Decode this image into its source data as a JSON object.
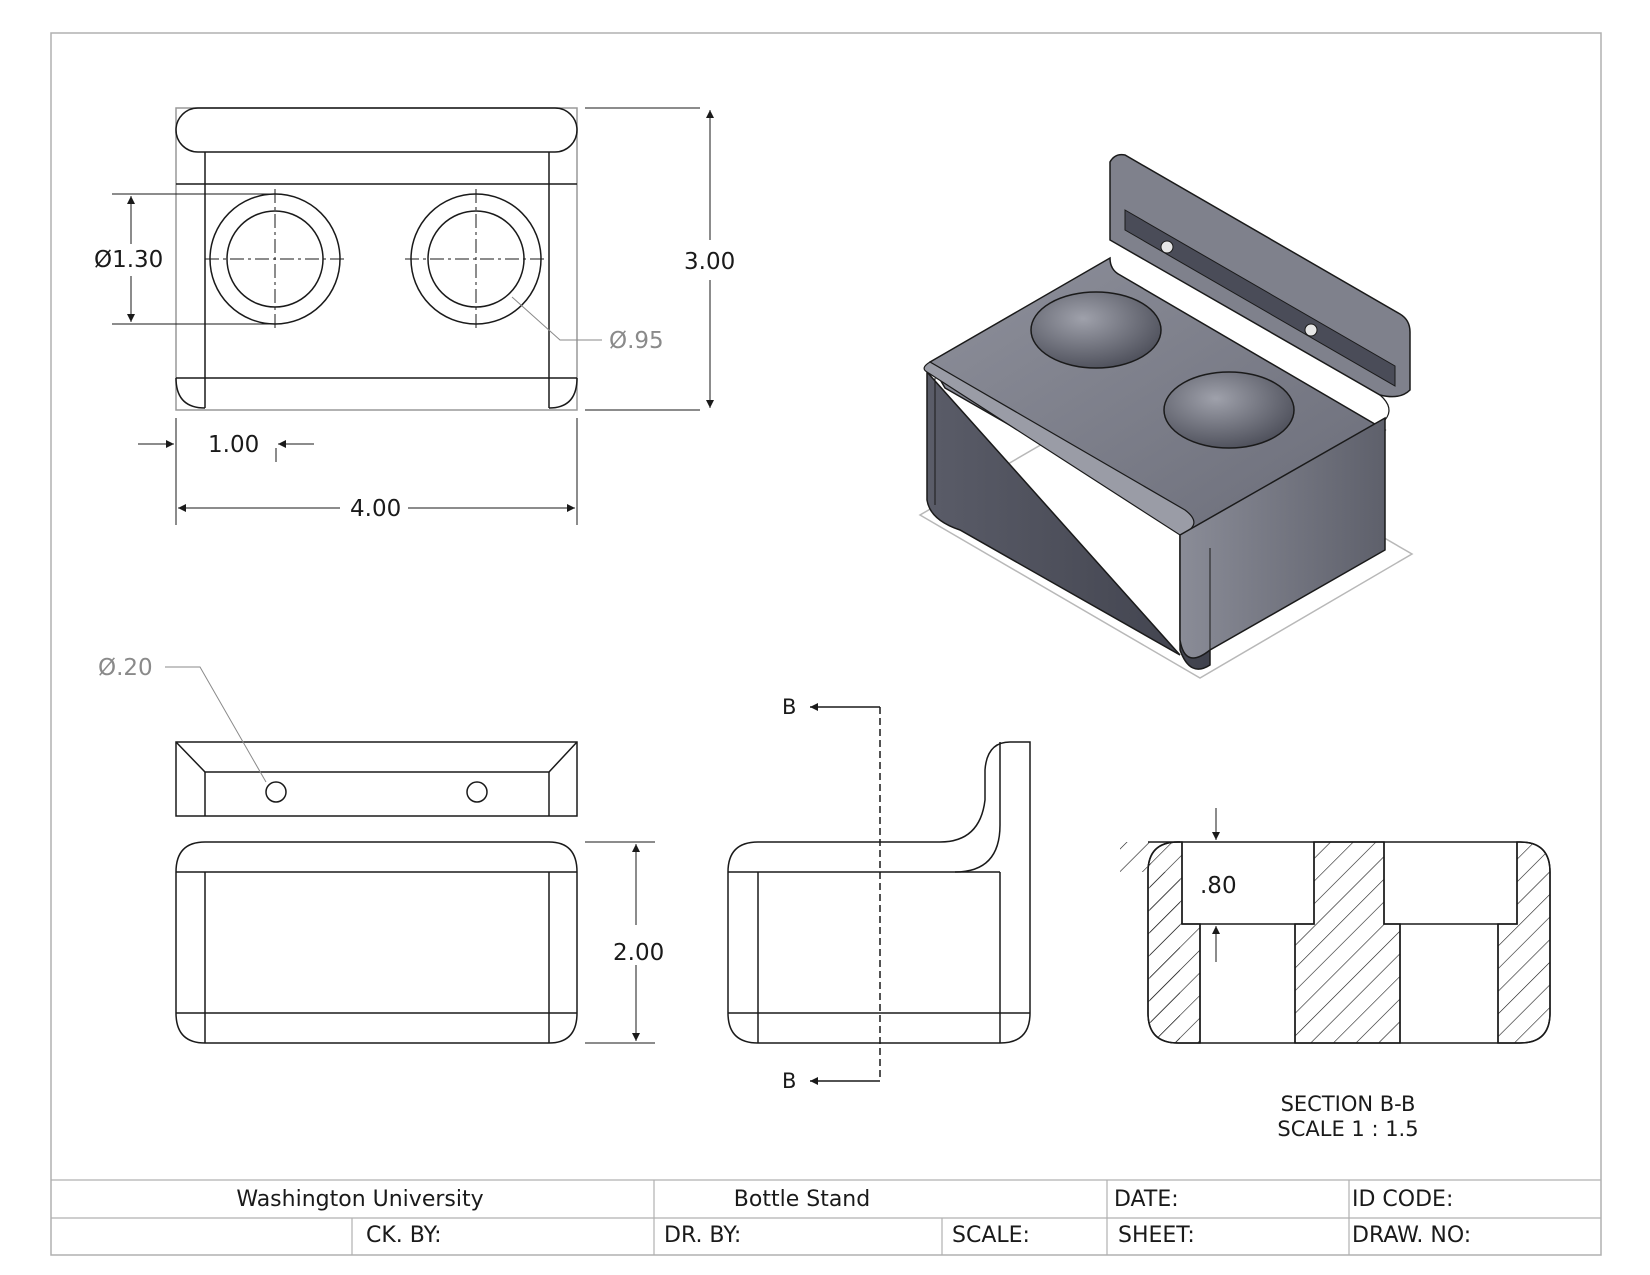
{
  "top_view": {
    "dim_hole_outer": "Ø1.30",
    "dim_hole_inner": "Ø.95",
    "dim_height": "3.00",
    "dim_offset": "1.00",
    "dim_width": "4.00"
  },
  "front_view": {
    "dim_small_hole": "Ø.20",
    "dim_base_height": "2.00"
  },
  "side_view": {
    "section_letter_top": "B",
    "section_letter_bottom": "B"
  },
  "section_view": {
    "dim_depth": ".80",
    "title": "SECTION B-B",
    "scale": "SCALE 1 : 1.5"
  },
  "title_block": {
    "organization": "Washington University",
    "part_name": "Bottle Stand",
    "date_label": "DATE:",
    "id_code_label": "ID CODE:",
    "checked_by_label": "CK. BY:",
    "drawn_by_label": "DR. BY:",
    "scale_label": "SCALE:",
    "sheet_label": "SHEET:",
    "drawing_number_label": "DRAW. NO:"
  },
  "colors": {
    "line": "#1a1a1a",
    "leader_grey": "#8a8a8a",
    "solid_dark": "#4a4c58",
    "solid_mid": "#6e707c",
    "solid_light": "#9a9ca6"
  }
}
